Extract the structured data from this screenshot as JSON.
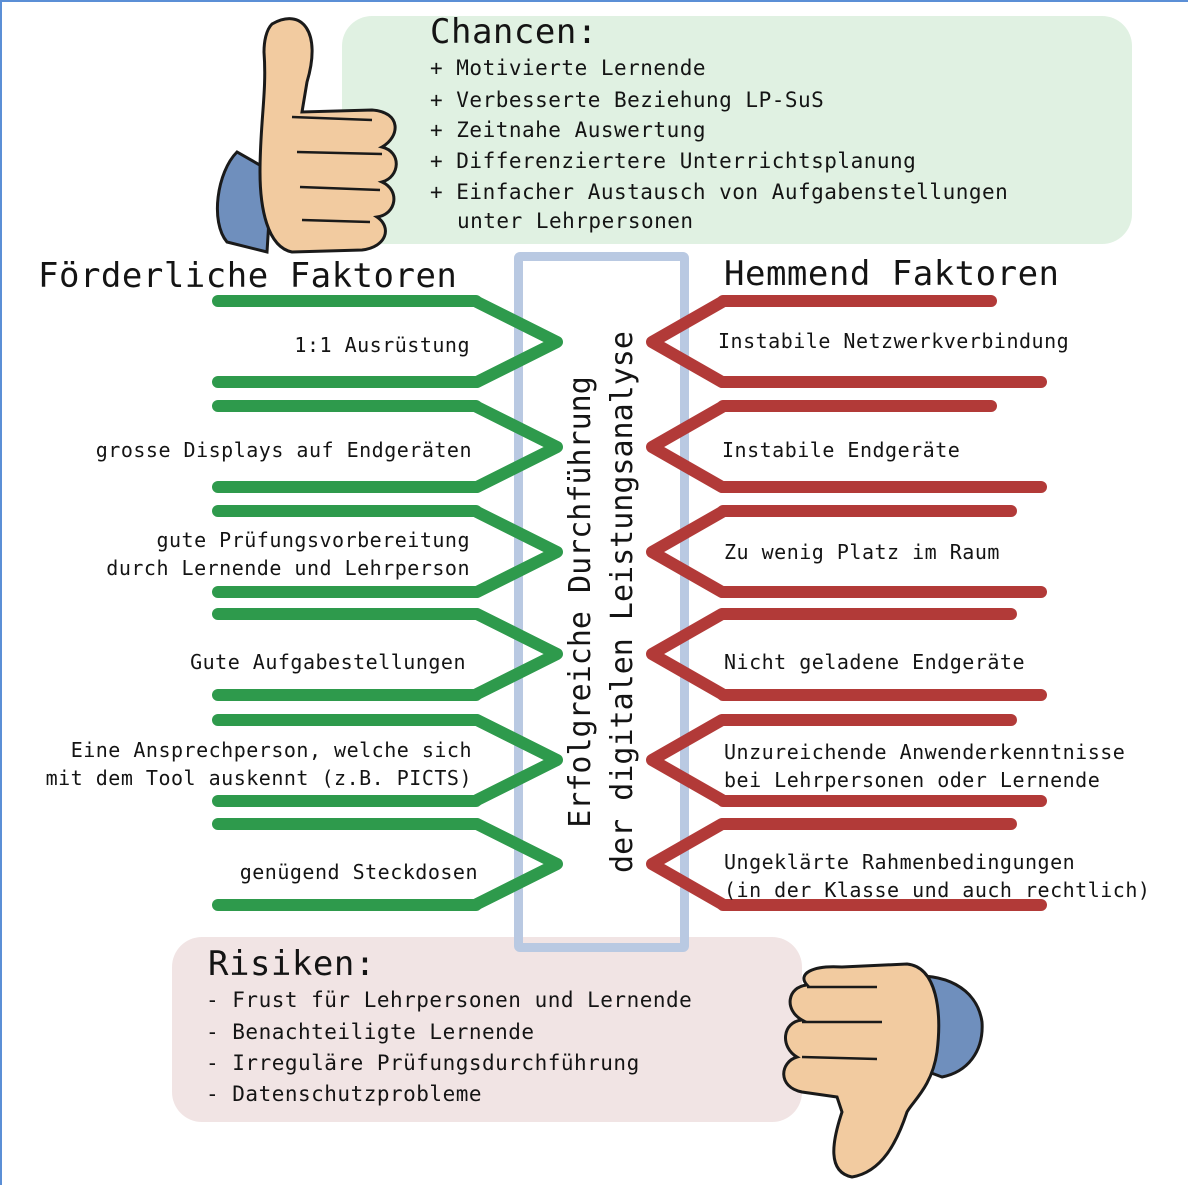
{
  "chancen": {
    "title": "Chancen:",
    "items": [
      "+ Motivierte Lernende",
      "+ Verbesserte Beziehung LP-SuS",
      "+ Zeitnahe Auswertung",
      "+ Differenziertere Unterrichtsplanung",
      "+ Einfacher Austausch von Aufgabenstellungen",
      "unter Lehrpersonen"
    ]
  },
  "foerderlich": {
    "title": "Förderliche Faktoren",
    "items": [
      "1:1 Ausrüstung",
      "grosse Displays auf Endgeräten",
      "gute Prüfungsvorbereitung",
      "durch Lernende und Lehrperson",
      "Gute Aufgabestellungen",
      "Eine Ansprechperson, welche sich",
      "mit dem Tool auskennt (z.B. PICTS)",
      "genügend Steckdosen"
    ]
  },
  "hemmend": {
    "title": "Hemmend Faktoren",
    "items": [
      "Instabile Netzwerkverbindung",
      "Instabile Endgeräte",
      "Zu wenig Platz im Raum",
      "Nicht geladene Endgeräte",
      "Unzureichende Anwenderkenntnisse",
      "bei Lehrpersonen oder Lernende",
      "Ungeklärte Rahmenbedingungen",
      "(in der Klasse und auch rechtlich)"
    ]
  },
  "center": {
    "line1": "Erfolgreiche Durchführung",
    "line2": "der digitalen Leistungsanalyse"
  },
  "risiken": {
    "title": "Risiken:",
    "items": [
      "- Frust für Lehrpersonen und Lernende",
      "- Benachteiligte Lernende",
      "- Irreguläre Prüfungsdurchführung",
      "- Datenschutzprobleme"
    ]
  },
  "icons": {
    "top": "thumbs-up-icon",
    "bottom": "thumbs-down-icon"
  },
  "colors": {
    "positive": "#2e9a4c",
    "negative": "#b23a38",
    "chancen_wash": "#dbeedd",
    "risiken_wash": "#f0e1e1",
    "spine": "#b9c9e2"
  }
}
